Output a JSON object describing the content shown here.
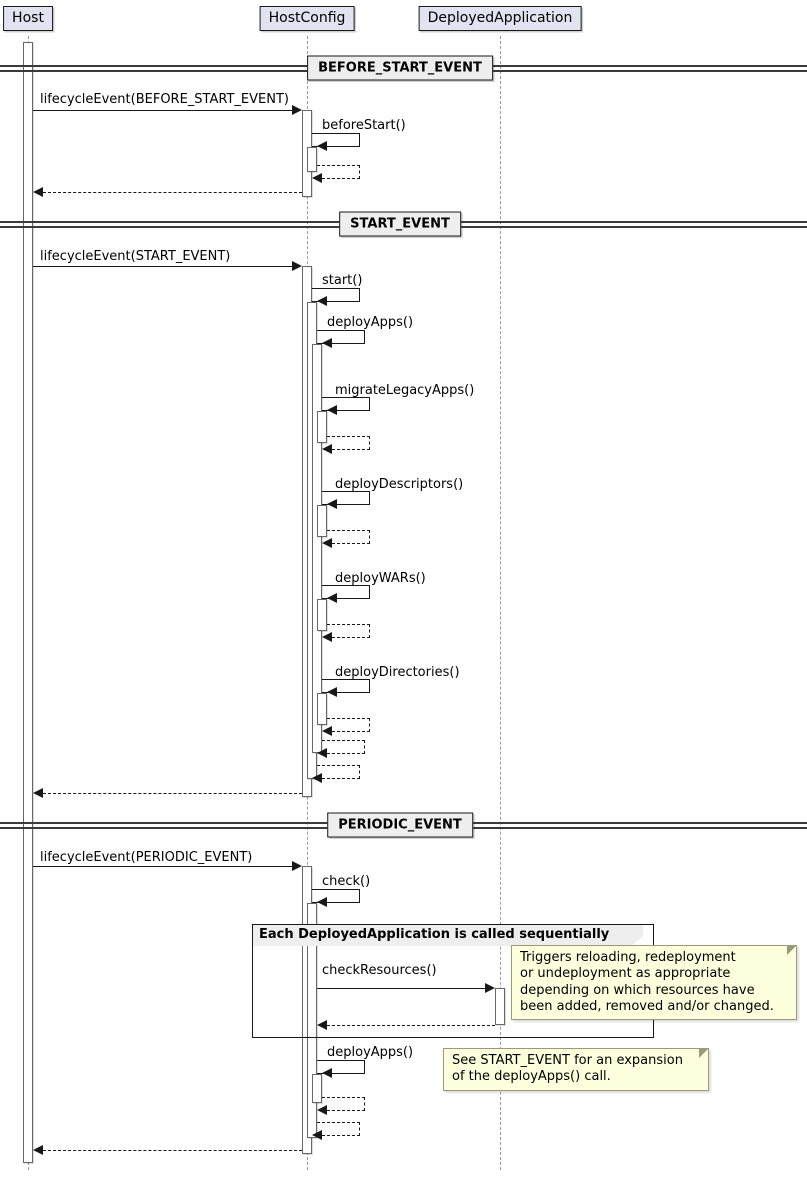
{
  "participants": [
    {
      "name": "Host"
    },
    {
      "name": "HostConfig"
    },
    {
      "name": "DeployedApplication"
    }
  ],
  "dividers": [
    {
      "label": "BEFORE_START_EVENT"
    },
    {
      "label": "START_EVENT"
    },
    {
      "label": "PERIODIC_EVENT"
    }
  ],
  "messages": {
    "before_lifecycle": "lifecycleEvent(BEFORE_START_EVENT)",
    "beforeStart": "beforeStart()",
    "start_lifecycle": "lifecycleEvent(START_EVENT)",
    "start": "start()",
    "deployApps": "deployApps()",
    "migrateLegacyApps": "migrateLegacyApps()",
    "deployDescriptors": "deployDescriptors()",
    "deployWARs": "deployWARs()",
    "deployDirectories": "deployDirectories()",
    "periodic_lifecycle": "lifecycleEvent(PERIODIC_EVENT)",
    "check": "check()",
    "checkResources": "checkResources()",
    "deployApps_periodic": "deployApps()"
  },
  "group": {
    "label": "Each DeployedApplication is called sequentially"
  },
  "notes": {
    "checkResources": "Triggers reloading, redeployment\nor undeployment as appropriate\ndepending on which resources have\nbeen added, removed and/or changed.",
    "deployApps": "See START_EVENT for an expansion\nof the deployApps() call."
  },
  "colors": {
    "participant_fill": "#E2E2F0",
    "participant_border": "#181818",
    "note_fill": "#FEFFDD",
    "divider_fill": "#EEEEEE",
    "line": "#181818",
    "lifeline": "#9A9A9A",
    "activation_fill": "#FFFFFF"
  }
}
